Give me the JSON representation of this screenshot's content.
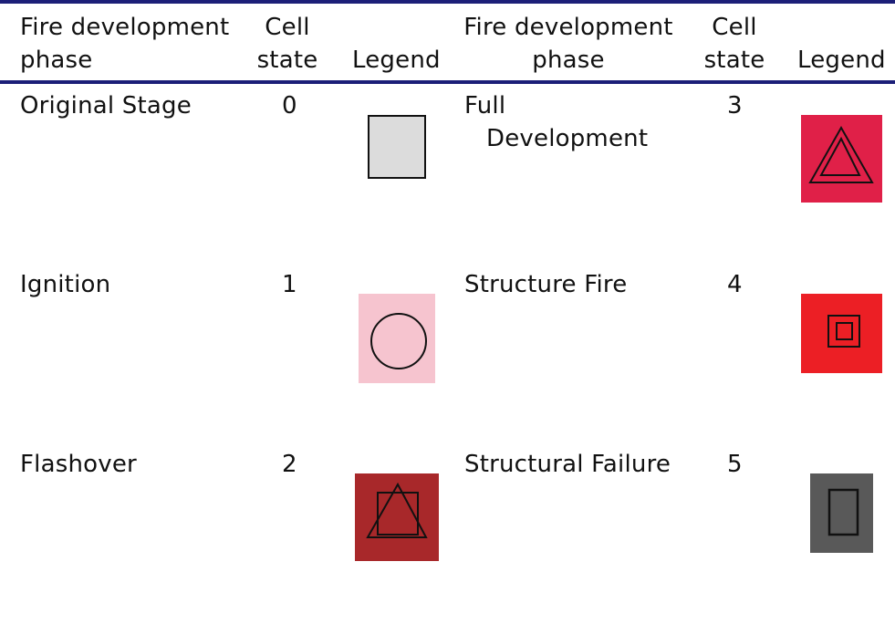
{
  "header": {
    "left": {
      "phase_line1": "Fire development",
      "phase_line2": "phase",
      "state_line1": "Cell",
      "state_line2": "state",
      "legend": "Legend"
    },
    "right": {
      "phase_line1": "Fire development",
      "phase_line2": "phase",
      "state_line1": "Cell",
      "state_line2": "state",
      "legend": "Legend"
    }
  },
  "rows": [
    {
      "phase": "Original Stage",
      "phase_line2": "",
      "state": "0",
      "legend_icon": "square-outline-icon",
      "legend_color": "#dcdcdc"
    },
    {
      "phase": "Ignition",
      "phase_line2": "",
      "state": "1",
      "legend_icon": "circle-outline-icon",
      "legend_color": "#f6c4cf"
    },
    {
      "phase": "Flashover",
      "phase_line2": "",
      "state": "2",
      "legend_icon": "triangle-over-square-icon",
      "legend_color": "#a8282a"
    },
    {
      "phase": "Full",
      "phase_line2": "Development",
      "state": "3",
      "legend_icon": "double-triangle-icon",
      "legend_color": "#e02048"
    },
    {
      "phase": "Structure Fire",
      "phase_line2": "",
      "state": "4",
      "legend_icon": "nested-squares-icon",
      "legend_color": "#ec1f25"
    },
    {
      "phase": "Structural Failure",
      "phase_line2": "",
      "state": "5",
      "legend_icon": "rectangle-outline-icon",
      "legend_color": "#595959"
    }
  ],
  "colors": {
    "rule": "#1c1f78",
    "text": "#111111"
  }
}
